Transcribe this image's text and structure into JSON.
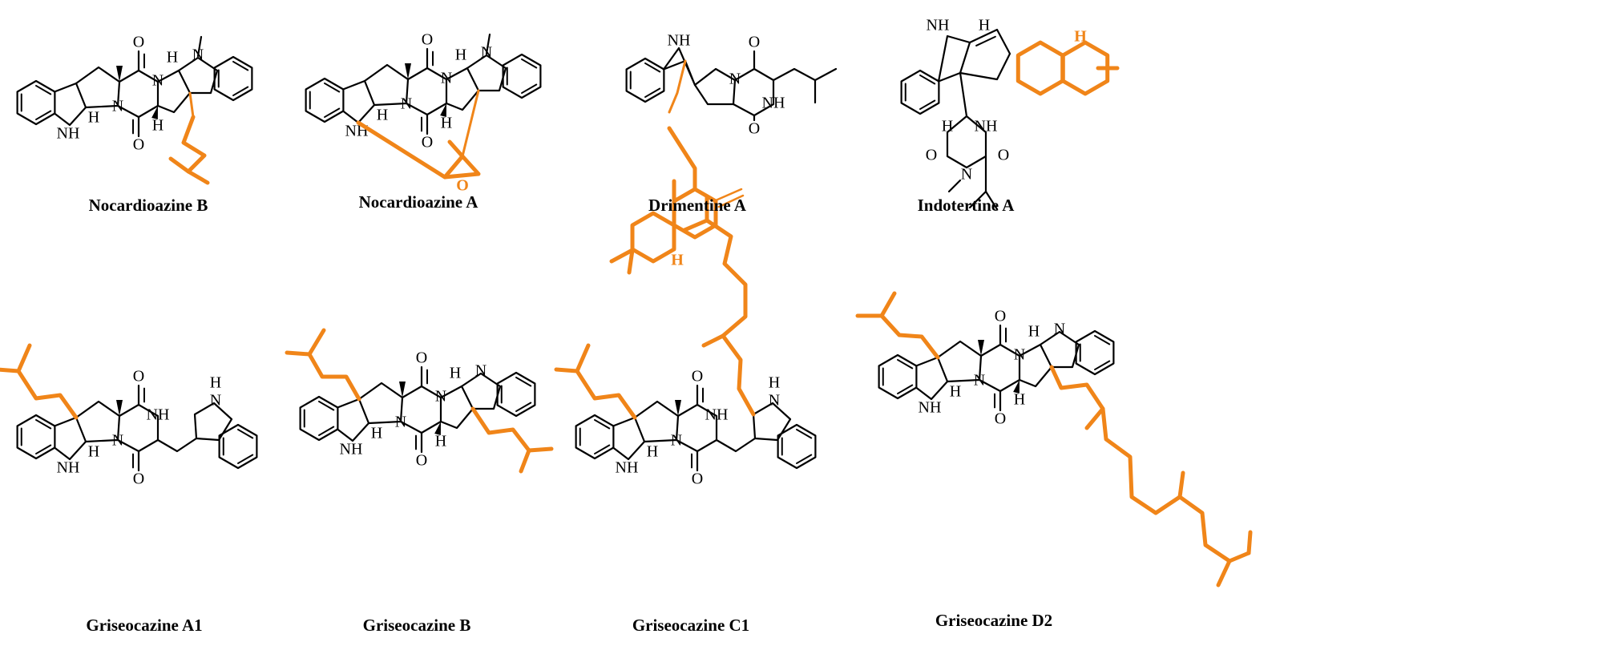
{
  "colors": {
    "bond": "#000000",
    "highlight": "#f08519"
  },
  "atoms": {
    "nh": "NH",
    "n": "N",
    "o": "O",
    "h": "H"
  },
  "compounds": [
    {
      "name": "Nocardioazine B"
    },
    {
      "name": "Nocardioazine A"
    },
    {
      "name": "Drimentine A"
    },
    {
      "name": "Indotertine A"
    },
    {
      "name": "Griseocazine A1"
    },
    {
      "name": "Griseocazine B"
    },
    {
      "name": "Griseocazine C1"
    },
    {
      "name": "Griseocazine D2"
    }
  ]
}
